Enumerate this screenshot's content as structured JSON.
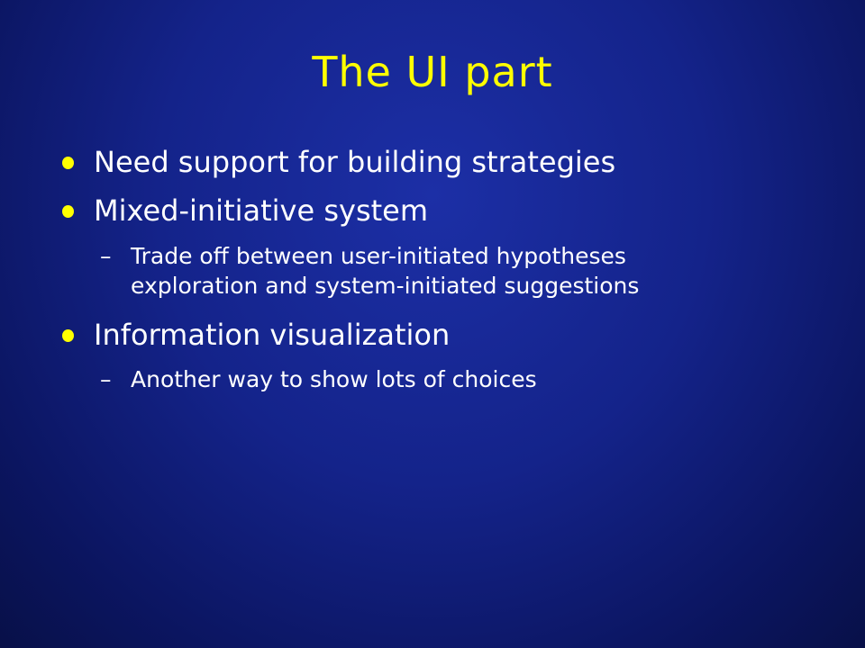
{
  "slide": {
    "title": "The UI part",
    "bullets": [
      {
        "text": "Need support for building strategies",
        "sub": []
      },
      {
        "text": "Mixed-initiative system",
        "sub": [
          {
            "dash": "–",
            "lines": [
              "Trade off between user-initiated hypotheses",
              "exploration and system-initiated suggestions"
            ]
          }
        ]
      },
      {
        "text": "Information visualization",
        "sub": [
          {
            "dash": "–",
            "lines": [
              "Another way to show lots of choices"
            ]
          }
        ]
      }
    ]
  },
  "colors": {
    "title": "#ffff00",
    "bullet_dot": "#ffff00",
    "text": "#ffffff",
    "background": "#14238a"
  }
}
